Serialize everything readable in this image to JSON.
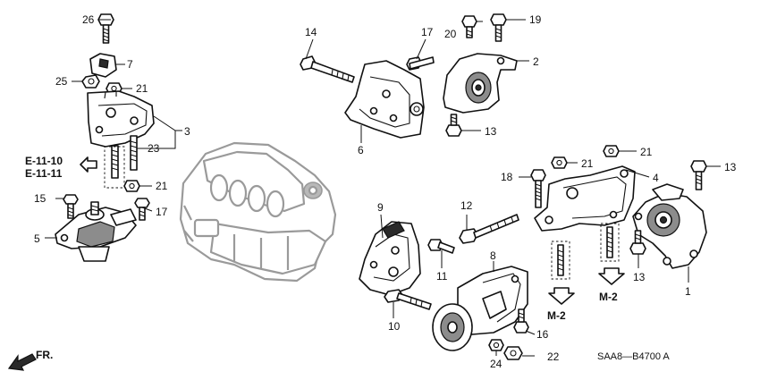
{
  "callouts": {
    "c1": "1",
    "c2": "2",
    "c3": "3",
    "c4": "4",
    "c5": "5",
    "c6": "6",
    "c7": "7",
    "c8": "8",
    "c9": "9",
    "c10": "10",
    "c11": "11",
    "c12": "12",
    "c13a": "13",
    "c13b": "13",
    "c13c": "13",
    "c14": "14",
    "c15": "15",
    "c16": "16",
    "c17a": "17",
    "c17b": "17",
    "c18": "18",
    "c19": "19",
    "c20": "20",
    "c21a": "21",
    "c21b": "21",
    "c21c": "21",
    "c21d": "21",
    "c22": "22",
    "c23": "23",
    "c24": "24",
    "c25": "25",
    "c26": "26"
  },
  "references": {
    "e_ref_1": "E-11-10",
    "e_ref_2": "E-11-11",
    "m_ref_1": "M-2",
    "m_ref_2": "M-2"
  },
  "direction_label": "FR.",
  "diagram_code": "SAA8—B4700 A"
}
